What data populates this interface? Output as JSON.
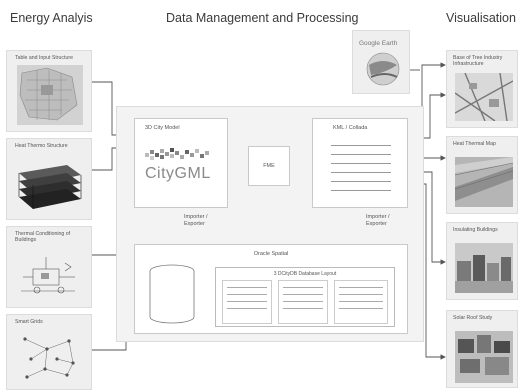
{
  "headings": {
    "energy": "Energy Analyis",
    "data": "Data Management and Processing",
    "visual": "Visualisation"
  },
  "left_items": [
    {
      "label": "Table and Input Structure"
    },
    {
      "label": "Heat Thermo Structure"
    },
    {
      "label": "Thermal Conditioning of Buildings"
    },
    {
      "label": "Smart Grids"
    }
  ],
  "center": {
    "citymodel_label": "3D City Model",
    "citygml_logo": "CityGML",
    "fme_label": "FME",
    "kml_label": "KML / Collada",
    "import_export_left": "Importer / Exporter",
    "import_export_right": "Importer / Exporter",
    "oracle_label": "Oracle Spatial",
    "db_schema_label": "3 DCityDB Database Layout"
  },
  "right_items": [
    {
      "label": "Google Earth"
    },
    {
      "label": "Base of Tree Industry Infrastructure"
    },
    {
      "label": "Heat Thermal Map"
    },
    {
      "label": "Insulating Buildings"
    },
    {
      "label": "Solar Roof Study"
    }
  ]
}
